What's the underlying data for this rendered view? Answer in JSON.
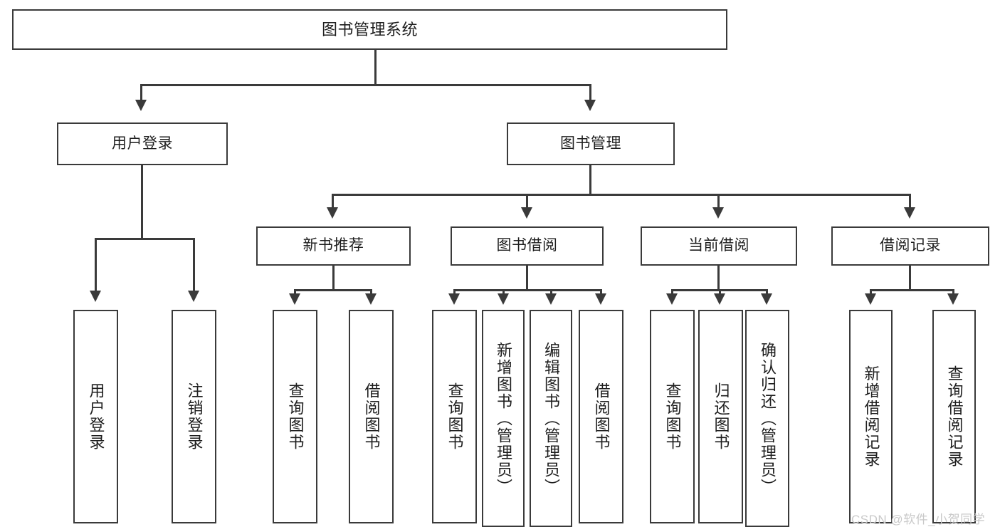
{
  "diagram": {
    "title": "图书管理系统",
    "watermark": "CSDN @软件_小贺同学",
    "colors": {
      "stroke": "#3a3a3a",
      "text": "#1e1e1e",
      "background": "#ffffff",
      "watermark": "#c9c9c9"
    },
    "root": {
      "label": "图书管理系统"
    },
    "level2": [
      {
        "label": "用户登录"
      },
      {
        "label": "图书管理"
      }
    ],
    "level3": [
      {
        "label": "新书推荐"
      },
      {
        "label": "图书借阅"
      },
      {
        "label": "当前借阅"
      },
      {
        "label": "借阅记录"
      }
    ],
    "leaves": {
      "user_login": [
        {
          "label": "用户登录"
        },
        {
          "label": "注销登录"
        }
      ],
      "new_book_recommend": [
        {
          "label": "查询图书"
        },
        {
          "label": "借阅图书"
        }
      ],
      "book_borrow": [
        {
          "label": "查询图书"
        },
        {
          "label": "新增图书（管理员）"
        },
        {
          "label": "编辑图书（管理员）"
        },
        {
          "label": "借阅图书"
        }
      ],
      "current_borrow": [
        {
          "label": "查询图书"
        },
        {
          "label": "归还图书"
        },
        {
          "label": "确认归还（管理员）"
        }
      ],
      "borrow_record": [
        {
          "label": "新增借阅记录"
        },
        {
          "label": "查询借阅记录"
        }
      ]
    }
  }
}
